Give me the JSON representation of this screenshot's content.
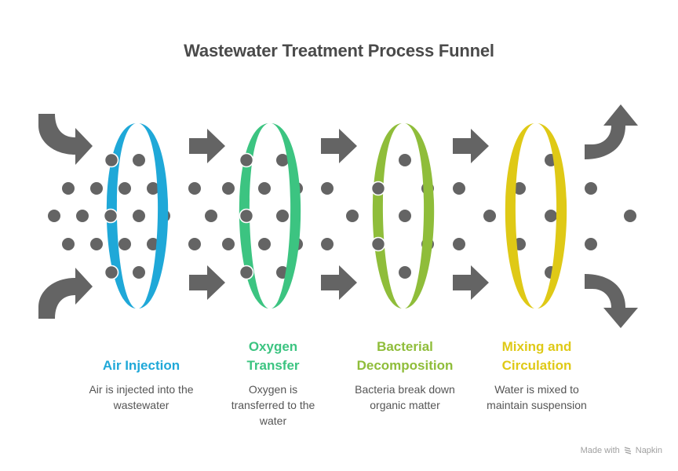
{
  "title": "Wastewater Treatment Process Funnel",
  "colors": {
    "arrow": "#646464",
    "dot": "#646464",
    "background": "#ffffff"
  },
  "steps": [
    {
      "title": "Air Injection",
      "description": "Air is injected into the wastewater",
      "color": "#1fa8d8"
    },
    {
      "title": "Oxygen Transfer",
      "description": "Oxygen is transferred to the water",
      "color": "#3cc481"
    },
    {
      "title": "Bacterial Decomposition",
      "description": "Bacteria break down organic matter",
      "color": "#8fbd3a"
    },
    {
      "title": "Mixing and Circulation",
      "description": "Water is mixed to maintain suspension",
      "color": "#dfc916"
    }
  ],
  "icons": {
    "inflow_top": "curved-arrow-in-down-icon",
    "inflow_bottom": "curved-arrow-in-up-icon",
    "step_arrows": "right-arrow-icon",
    "outflow_top": "curved-arrow-out-up-icon",
    "outflow_bottom": "curved-arrow-out-down-icon",
    "particles": "particle-dot-icon"
  },
  "footer": {
    "prefix": "Made with",
    "brand": "Napkin"
  }
}
